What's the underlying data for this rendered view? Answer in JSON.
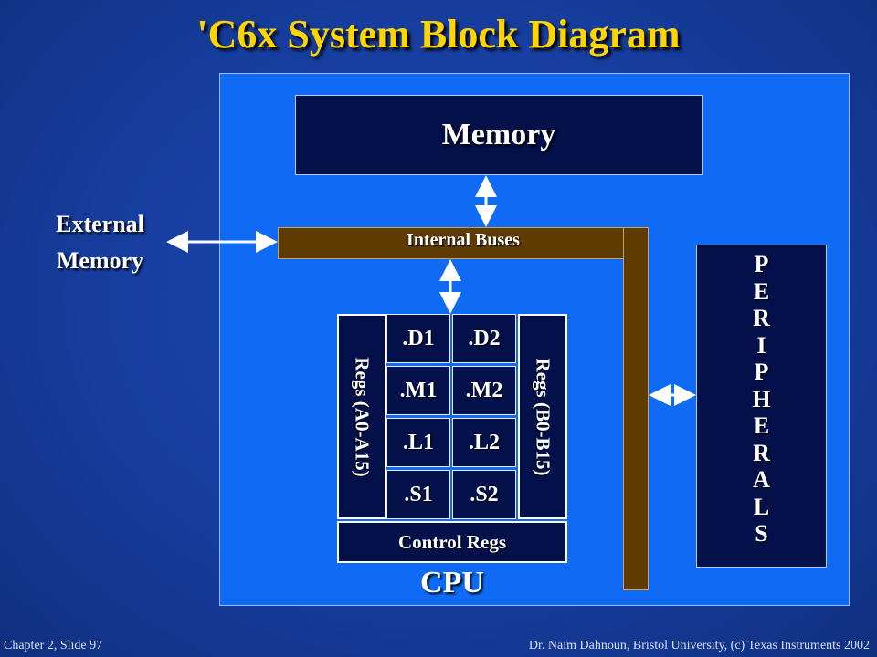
{
  "title": "'C6x System Block Diagram",
  "memory": "Memory",
  "external_memory": [
    "External",
    "Memory"
  ],
  "internal_buses": "Internal Buses",
  "peripherals_letters": [
    "P",
    "E",
    "R",
    "I",
    "P",
    "H",
    "E",
    "R",
    "A",
    "L",
    "S"
  ],
  "regs_a": "Regs (A0-A15)",
  "regs_b": "Regs (B0-B15)",
  "units": {
    "side1": [
      ".D1",
      ".M1",
      ".L1",
      ".S1"
    ],
    "side2": [
      ".D2",
      ".M2",
      ".L2",
      ".S2"
    ]
  },
  "control_regs": "Control Regs",
  "cpu": "CPU",
  "footer": {
    "left": "Chapter 2, Slide 97",
    "right": "Dr. Naim Dahnoun, Bristol University,  (c) Texas Instruments 2002"
  },
  "colors": {
    "title": "#ffd500",
    "panel": "#0f6bf5",
    "box": "#03104a",
    "bus": "#5e3b00",
    "background": "#163d9e"
  }
}
